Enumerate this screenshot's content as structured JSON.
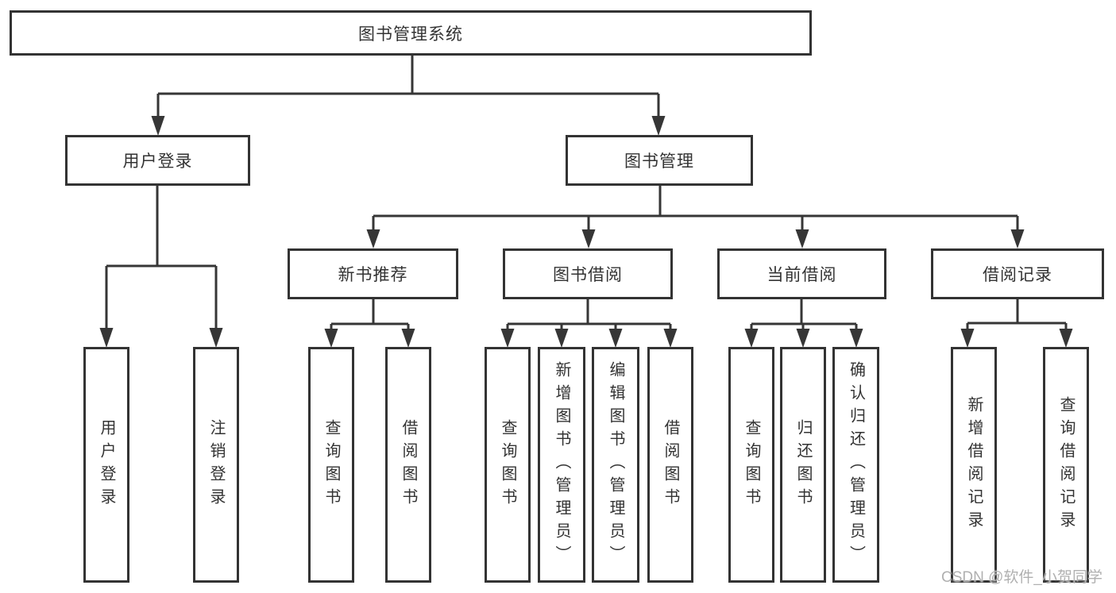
{
  "nodes": {
    "root": "图书管理系统",
    "level2": [
      "用户登录",
      "图书管理"
    ],
    "level3": [
      "新书推荐",
      "图书借阅",
      "当前借阅",
      "借阅记录"
    ],
    "leaves": [
      "用户登录",
      "注销登录",
      "查询图书",
      "借阅图书",
      "查询图书",
      "新增图书（管理员）",
      "编辑图书（管理员）",
      "借阅图书",
      "查询图书",
      "归还图书",
      "确认归还（管理员）",
      "新增借阅记录",
      "查询借阅记录"
    ]
  },
  "watermark": "CSDN @软件_小贺同学",
  "colors": {
    "line": "#363636",
    "border": "#333333",
    "text": "#333333",
    "watermark_text": "#b0b0b0",
    "background": "#ffffff"
  }
}
